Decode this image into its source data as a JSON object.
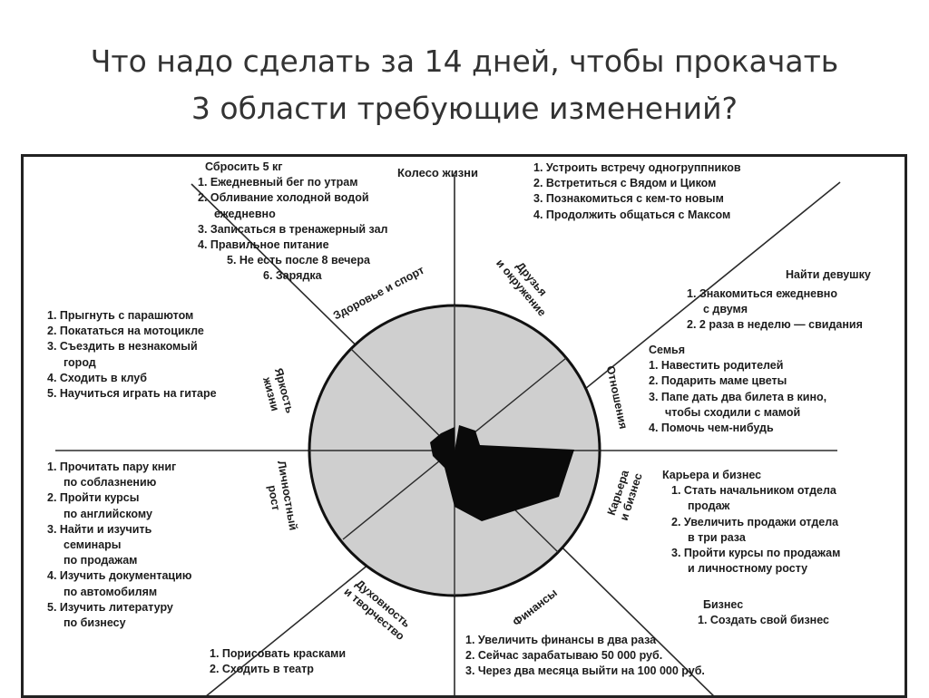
{
  "slide": {
    "title_line1": "Что надо сделать за 14 дней, чтобы прокачать",
    "title_line2": "3 области требующие изменений?"
  },
  "wheel": {
    "title": "Колесо жизни",
    "sectors": {
      "health": "Здоровье и спорт",
      "friends_l1": "Друзья",
      "friends_l2": "и окружение",
      "relations": "Отношения",
      "career_l1": "Карьера",
      "career_l2": "и бизнес",
      "finance": "Финансы",
      "spirit_l1": "Духовность",
      "spirit_l2": "и творчество",
      "growth_l1": "Личностный",
      "growth_l2": "рост",
      "brightness_l1": "Яркость",
      "brightness_l2": "жизни"
    }
  },
  "health_block": {
    "heading": "Сбросить 5 кг",
    "items": [
      "1. Ежедневный бег по утрам",
      "2. Обливание холодной водой",
      "ежедневно",
      "3. Записаться в тренажерный зал",
      "4. Правильное питание",
      "5. Не есть после 8 вечера",
      "6. Зарядка"
    ]
  },
  "friends_block": {
    "items": [
      "1. Устроить встречу одногруппников",
      "2. Встретиться с Вядом и Циком",
      "3. Познакомиться с кем-то новым",
      "4. Продолжить общаться с Максом"
    ]
  },
  "relations_block": {
    "heading_girl": "Найти девушку",
    "girl_items": [
      "1. Знакомиться ежедневно",
      "с двумя",
      "2. 2 раза в неделю — свидания"
    ],
    "heading_family": "Семья",
    "family_items": [
      "1. Навестить родителей",
      "2. Подарить маме цветы",
      "3. Папе дать два билета в кино,",
      "чтобы сходили с мамой",
      "4. Помочь чем-нибудь"
    ]
  },
  "career_block": {
    "heading": "Карьера и бизнес",
    "items": [
      "1. Стать начальником отдела",
      "продаж",
      "2. Увеличить продажи отдела",
      "в три раза",
      "3. Пройти курсы по продажам",
      "и личностному росту"
    ],
    "heading_business": "Бизнес",
    "business_items": [
      "1. Создать свой бизнес"
    ]
  },
  "finance_block": {
    "items": [
      "1. Увеличить финансы в два раза",
      "2. Сейчас зарабатываю 50 000 руб.",
      "3. Через два месяца выйти на 100 000 руб."
    ]
  },
  "spirit_block": {
    "items": [
      "1. Порисовать красками",
      "2. Сходить в театр"
    ]
  },
  "growth_block": {
    "items": [
      "1. Прочитать пару книг",
      "по соблазнению",
      "2. Пройти курсы",
      "по английскому",
      "3. Найти и изучить",
      "семинары",
      "по продажам",
      "4. Изучить документацию",
      "по автомобилям",
      "5. Изучить литературу",
      "по бизнесу"
    ]
  },
  "brightness_block": {
    "items": [
      "1. Прыгнуть с парашютом",
      "2. Покататься на мотоцикле",
      "3. Съездить в незнакомый",
      "город",
      "4. Сходить в клуб",
      "5. Научиться играть на гитаре"
    ]
  },
  "colors": {
    "circle_fill": "#cfcfcf",
    "shape_fill": "#0a0a0a",
    "lines": "#2a2a2a"
  }
}
